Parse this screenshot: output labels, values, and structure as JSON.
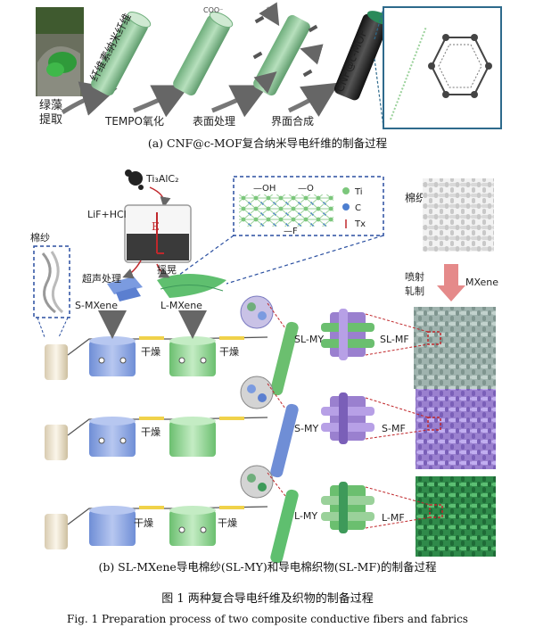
{
  "panel_a": {
    "labels": {
      "algae": "绿藻",
      "extract": "提取",
      "cnf": "纤维素纳米纤维",
      "tempo": "TEMPO氧化",
      "surface": "表面处理",
      "interface": "界面合成",
      "cnf_mof": "CNF@c-MOF"
    },
    "caption": "(a) CNF@c-MOF复合纳米导电纤维的制备过程"
  },
  "panel_b": {
    "labels": {
      "ti3alc2": "Ti₃AlC₂",
      "lif_hcl": "LiF+HCl",
      "e": "E",
      "ultrasound": "超声处理",
      "shake": "摇晃",
      "s_mxene": "S-MXene",
      "l_mxene": "L-MXene",
      "yarn": "棉纱",
      "dry": "干燥",
      "fabric": "棉织物",
      "spray": "喷射",
      "roll": "轧制",
      "mxene": "MXene",
      "oh": "—OH",
      "o": "—O",
      "f": "—F",
      "legend_ti": "Ti",
      "legend_c": "C",
      "legend_tx": "Tx",
      "sl_my": "SL-MY",
      "sl_mf": "SL-MF",
      "s_my": "S-MY",
      "s_mf": "S-MF",
      "l_my": "L-MY",
      "l_mf": "L-MF"
    },
    "caption": "(b) SL-MXene导电棉纱(SL-MY)和导电棉织物(SL-MF)的制备过程"
  },
  "figure": {
    "title_cn": "图 1    两种复合导电纤维及织物的制备过程",
    "title_en": "Fig. 1    Preparation process of two composite conductive fibers and fabrics"
  },
  "colors": {
    "rod_green": "#8fc79a",
    "rod_dark": "#222222",
    "tank_blue": "#8fa8e0",
    "tank_green": "#8fcf8f",
    "weave_purple": "#a58ad6",
    "weave_green": "#3e9a5a",
    "dash_blue": "#2a4fa0",
    "dash_red": "#c0282c"
  }
}
